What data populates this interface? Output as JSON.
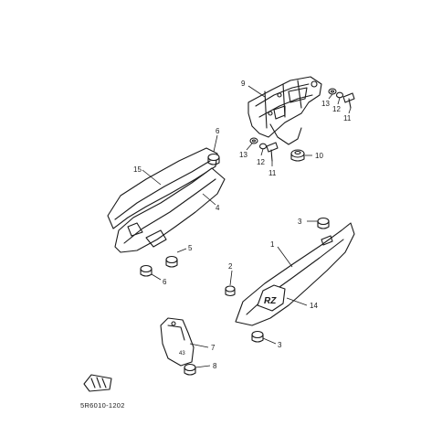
{
  "diagram": {
    "callouts": [
      "9",
      "13",
      "12",
      "11",
      "13",
      "12",
      "11",
      "10",
      "6",
      "15",
      "4",
      "5",
      "6",
      "3",
      "1",
      "2",
      "14",
      "3",
      "7",
      "8"
    ],
    "drawing_code": "5R6010-1202",
    "badge_text": "RZ",
    "small_text": "43",
    "colors": {
      "line": "#1a1a1a",
      "background": "#ffffff"
    }
  }
}
